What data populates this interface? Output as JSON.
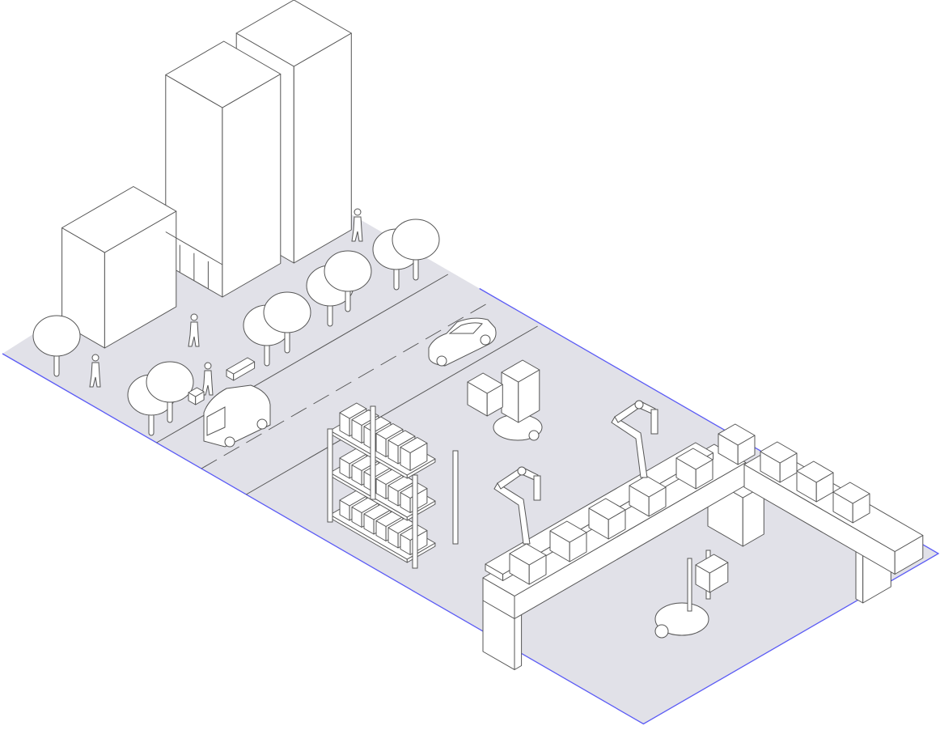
{
  "scene": {
    "colors": {
      "background": "#ffffff",
      "ground": "#e1e1e8",
      "ground_edge": "#5b5bf5",
      "line": "#555555",
      "fill": "#ffffff"
    },
    "elements": [
      "office-building",
      "tree",
      "pedestrian",
      "bench",
      "autonomous-shuttle",
      "car",
      "warehouse-shelf",
      "mobile-robot",
      "robotic-arm",
      "conveyor-table",
      "package-box"
    ]
  }
}
